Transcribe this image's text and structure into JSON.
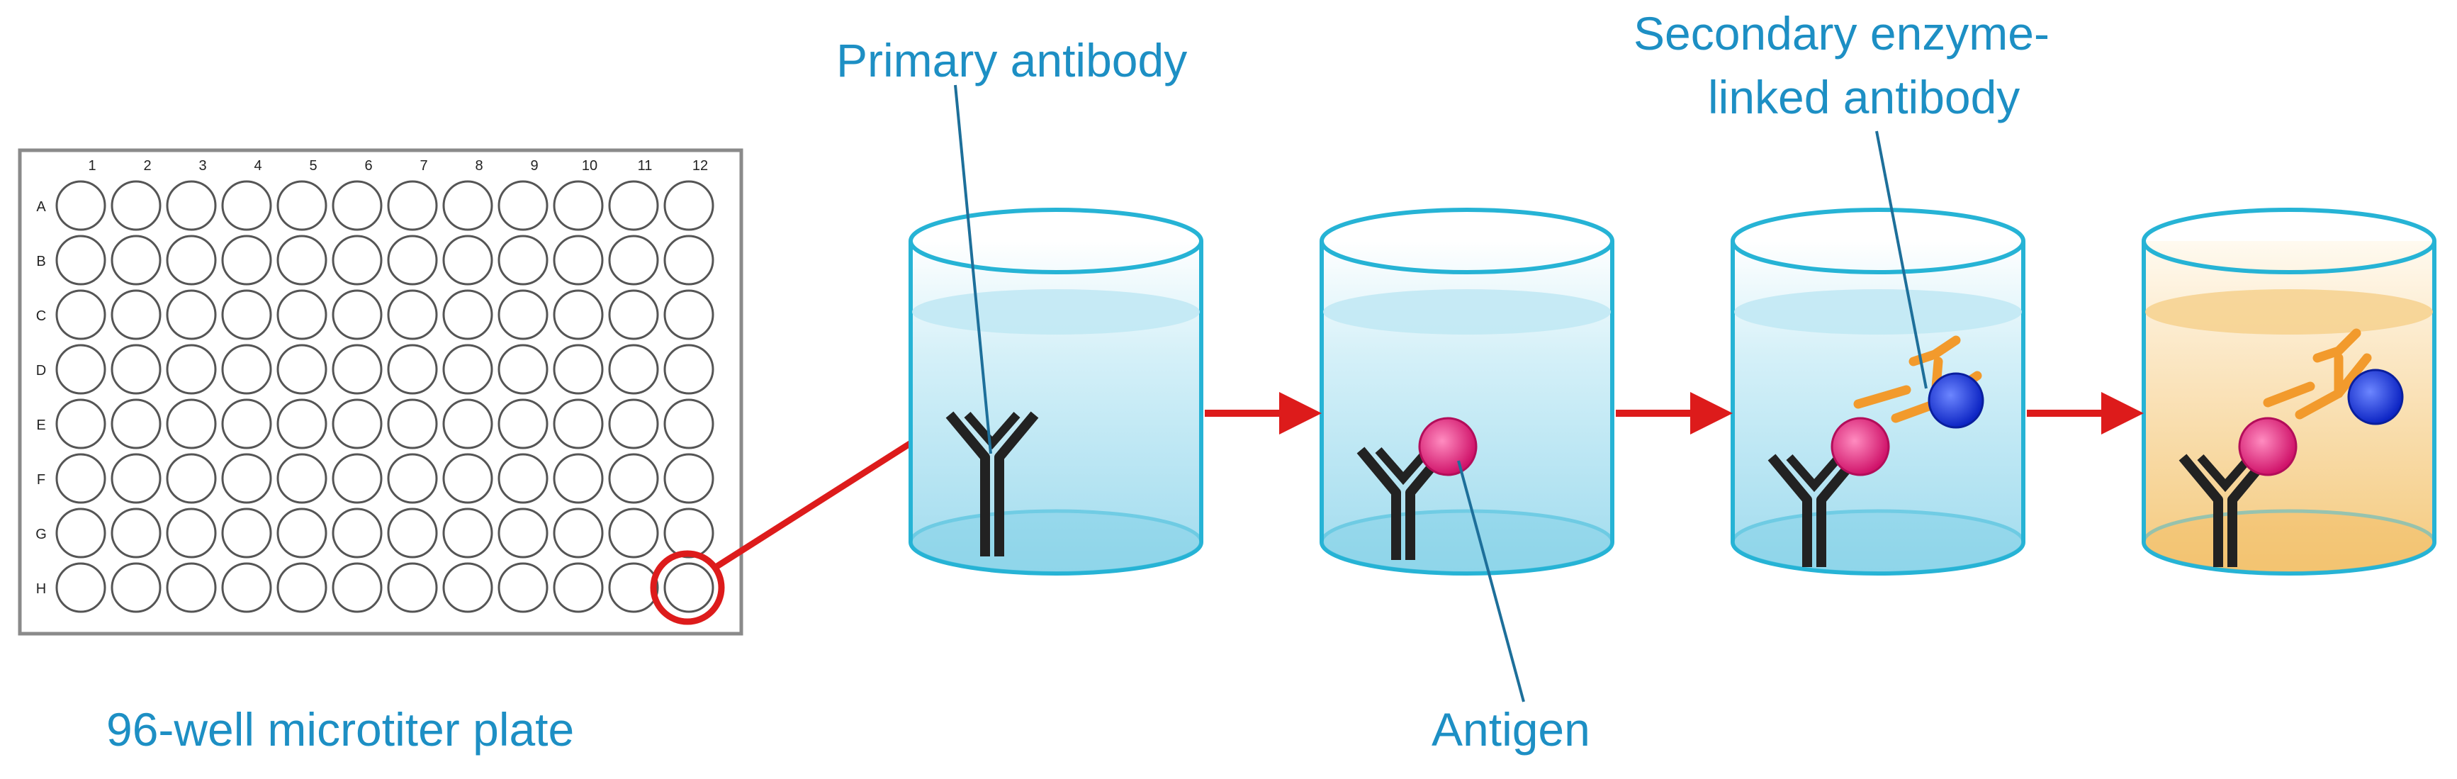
{
  "plate": {
    "label": "96-well microtiter plate",
    "columns": [
      "1",
      "2",
      "3",
      "4",
      "5",
      "6",
      "7",
      "8",
      "9",
      "10",
      "11",
      "12"
    ],
    "rows": [
      "A",
      "B",
      "C",
      "D",
      "E",
      "F",
      "G",
      "H"
    ],
    "highlighted_well": "H12"
  },
  "labels": {
    "primary_antibody": "Primary antibody",
    "antigen": "Antigen",
    "secondary_line1": "Secondary enzyme-",
    "secondary_line2": "linked antibody"
  },
  "colors": {
    "label_text": "#1d8fc4",
    "arrow": "#dd1b1b",
    "well_rim": "#26b3d5",
    "liquid_blue": "#bfe7f3",
    "liquid_orange": "#f5cf8a",
    "antigen": "#e0207a",
    "enzyme": "#1533d8",
    "secondary_antibody": "#f29a2c",
    "primary_antibody": "#222222"
  },
  "steps": [
    {
      "stage": "primary",
      "liquid": "blue"
    },
    {
      "stage": "antigen",
      "liquid": "blue"
    },
    {
      "stage": "secondary",
      "liquid": "blue"
    },
    {
      "stage": "substrate",
      "liquid": "orange"
    }
  ]
}
